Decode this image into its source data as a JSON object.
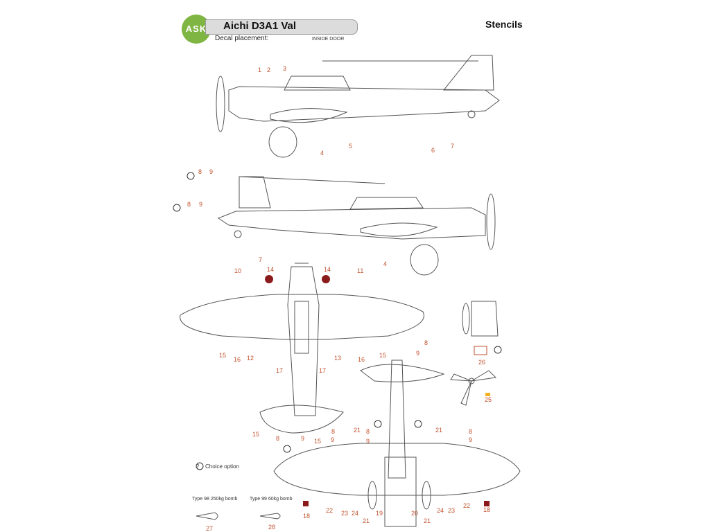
{
  "header": {
    "logo_text": "ASK",
    "title": "Aichi D3A1 Val",
    "subtitle": "Decal placement:",
    "inside_door": "INSIDE DOOR",
    "section": "Stencils"
  },
  "legend": {
    "choice_symbol": "?",
    "choice_text": "Choice option"
  },
  "bombs": [
    {
      "label": "Type 98 250kg bomb",
      "number": "27"
    },
    {
      "label": "Type 99 60kg bomb",
      "number": "28"
    }
  ],
  "colors": {
    "logo": "#7fb542",
    "callout": "#c0502c",
    "marking_red": "#8b1a1a",
    "outline": "#555555"
  },
  "callouts": {
    "side1": [
      "1",
      "2",
      "3",
      "4",
      "5",
      "6",
      "7"
    ],
    "side2": [
      "8",
      "9",
      "8",
      "9",
      "7",
      "4"
    ],
    "top": [
      "10",
      "14",
      "14",
      "11",
      "12",
      "13",
      "15",
      "16",
      "16",
      "15",
      "17",
      "17",
      "15",
      "8",
      "9"
    ],
    "tail": [
      "8",
      "9",
      "15",
      "8",
      "9"
    ],
    "underside": [
      "8",
      "9",
      "21",
      "21",
      "8",
      "9",
      "22",
      "18",
      "23",
      "24",
      "19",
      "21",
      "20",
      "24",
      "23",
      "22",
      "18",
      "21"
    ],
    "detail": [
      "26",
      "25"
    ]
  }
}
